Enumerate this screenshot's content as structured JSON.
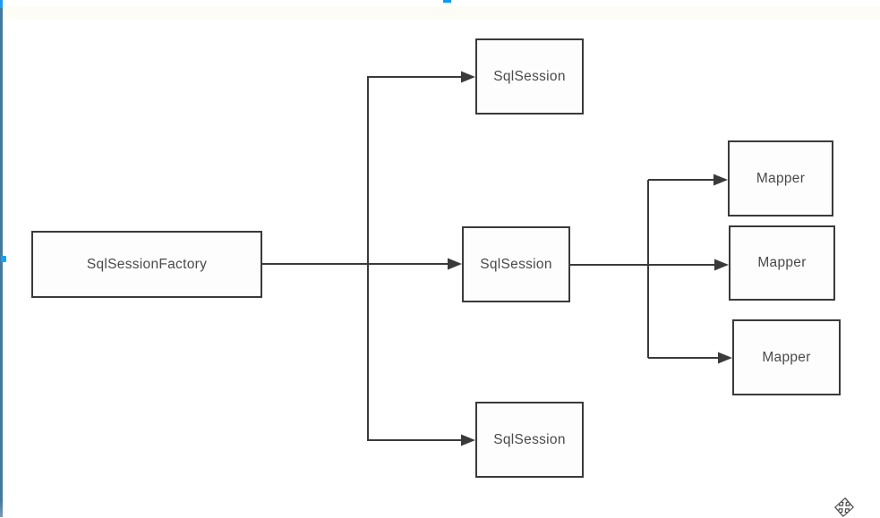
{
  "canvas": {
    "background": "#ffffff",
    "left_bar_color": "#44799f",
    "handle_color": "#18a0f8",
    "top_dash_color": "#0a9bea",
    "line_color": "#3a3a3a",
    "node_border_color": "#3a3a3a",
    "node_fill": "#fdfdfd",
    "node_text_color": "#4a4a4a"
  },
  "diagram": {
    "nodes": [
      {
        "id": "factory",
        "label": "SqlSessionFactory"
      },
      {
        "id": "session-top",
        "label": "SqlSession"
      },
      {
        "id": "session-middle",
        "label": "SqlSession"
      },
      {
        "id": "session-bottom",
        "label": "SqlSession"
      },
      {
        "id": "mapper-top",
        "label": "Mapper"
      },
      {
        "id": "mapper-middle",
        "label": "Mapper"
      },
      {
        "id": "mapper-bottom",
        "label": "Mapper"
      }
    ],
    "edges": [
      {
        "from": "factory",
        "to": "session-top"
      },
      {
        "from": "factory",
        "to": "session-middle"
      },
      {
        "from": "factory",
        "to": "session-bottom"
      },
      {
        "from": "session-middle",
        "to": "mapper-top"
      },
      {
        "from": "session-middle",
        "to": "mapper-middle"
      },
      {
        "from": "session-middle",
        "to": "mapper-bottom"
      }
    ]
  },
  "cursor": {
    "icon": "move-cursor"
  }
}
